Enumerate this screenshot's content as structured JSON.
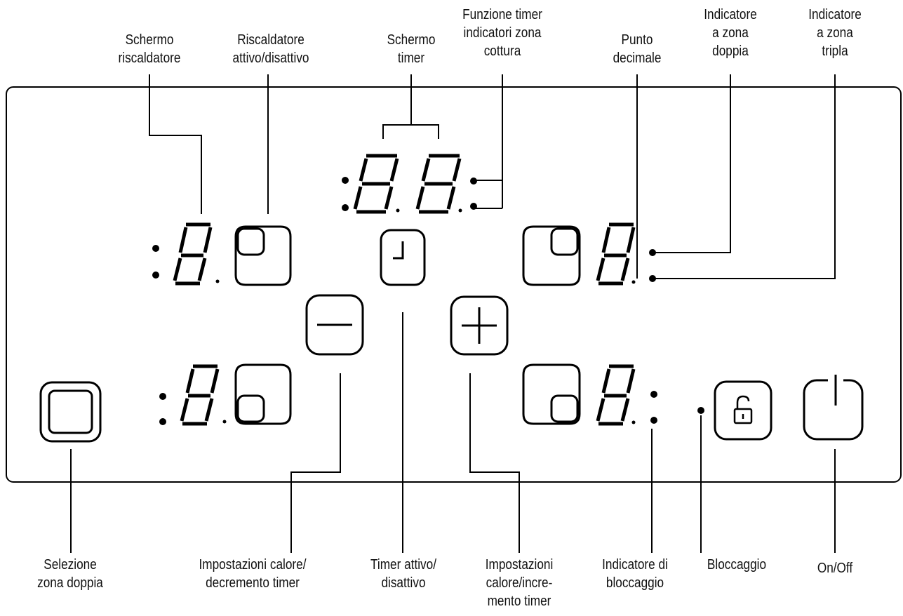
{
  "labels": {
    "schermo_riscaldatore": [
      "Schermo",
      "riscaldatore"
    ],
    "riscaldatore_attivo": [
      "Riscaldatore",
      "attivo/disattivo"
    ],
    "schermo_timer": [
      "Schermo",
      "timer"
    ],
    "funzione_timer": [
      "Funzione timer",
      "indicatori zona",
      "cottura"
    ],
    "punto_decimale": [
      "Punto",
      "decimale"
    ],
    "indicatore_doppia": [
      "Indicatore",
      "a zona",
      "doppia"
    ],
    "indicatore_tripla": [
      "Indicatore",
      "a zona",
      "tripla"
    ],
    "selezione_zona": [
      "Selezione",
      "zona doppia"
    ],
    "impostazioni_decremento": [
      "Impostazioni calore/",
      "decremento timer"
    ],
    "timer_attivo": [
      "Timer attivo/",
      "disattivo"
    ],
    "impostazioni_incremento": [
      "Impostazioni",
      "calore/incre-",
      "mento timer"
    ],
    "indicatore_bloccaggio": [
      "Indicatore di",
      "bloccaggio"
    ],
    "bloccaggio": [
      "Bloccaggio"
    ],
    "on_off": [
      "On/Off"
    ]
  },
  "icons": {
    "minus": "minus-icon",
    "plus": "plus-icon",
    "clock": "clock-icon",
    "lock": "lock-icon",
    "power": "power-icon",
    "zone": "dual-zone-icon"
  }
}
